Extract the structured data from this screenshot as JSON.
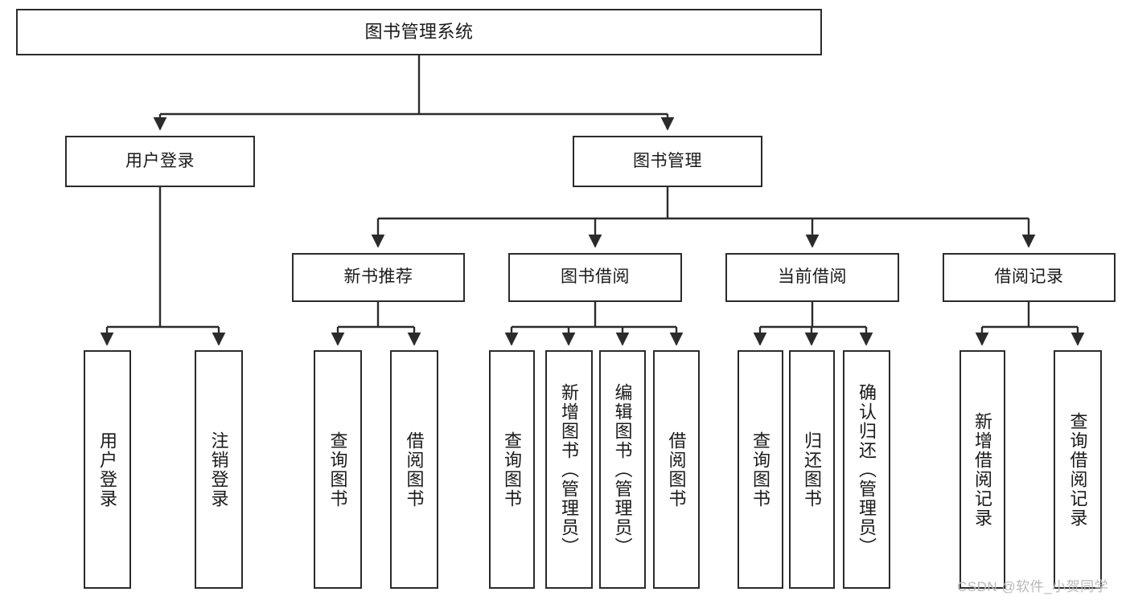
{
  "diagram": {
    "type": "tree-hierarchy-chart",
    "title_node": "图书管理系统",
    "watermark": "CSDN @软件_小贺同学",
    "colors": {
      "background": "#ffffff",
      "box_border": "#2b2b2b",
      "box_fill": "#ffffff",
      "connector": "#2b2b2b",
      "text": "#1a1a1a",
      "watermark": "#b9b9b9"
    },
    "nodes": {
      "root": {
        "label": "图书管理系统"
      },
      "level2": [
        {
          "id": "user-login",
          "label": "用户登录"
        },
        {
          "id": "book-manage",
          "label": "图书管理"
        }
      ],
      "level3": [
        {
          "id": "new-book-recommend",
          "label": "新书推荐"
        },
        {
          "id": "book-borrow",
          "label": "图书借阅"
        },
        {
          "id": "current-borrow",
          "label": "当前借阅"
        },
        {
          "id": "borrow-record",
          "label": "借阅记录"
        }
      ],
      "leaves": [
        {
          "id": "leaf-user-login",
          "label": "用户登录",
          "parent": "user-login"
        },
        {
          "id": "leaf-logout-login",
          "label": "注销登录",
          "parent": "user-login"
        },
        {
          "id": "leaf-query-book-1",
          "label": "查询图书",
          "parent": "new-book-recommend"
        },
        {
          "id": "leaf-borrow-book-1",
          "label": "借阅图书",
          "parent": "new-book-recommend"
        },
        {
          "id": "leaf-query-book-2",
          "label": "查询图书",
          "parent": "book-borrow"
        },
        {
          "id": "leaf-add-book-admin",
          "label": "新增图书（管理员）",
          "parent": "book-borrow"
        },
        {
          "id": "leaf-edit-book-admin",
          "label": "编辑图书（管理员）",
          "parent": "book-borrow"
        },
        {
          "id": "leaf-borrow-book-2",
          "label": "借阅图书",
          "parent": "book-borrow"
        },
        {
          "id": "leaf-query-book-3",
          "label": "查询图书",
          "parent": "current-borrow"
        },
        {
          "id": "leaf-return-book",
          "label": "归还图书",
          "parent": "current-borrow"
        },
        {
          "id": "leaf-confirm-return-admin",
          "label": "确认归还（管理员）",
          "parent": "current-borrow"
        },
        {
          "id": "leaf-add-borrow-record",
          "label": "新增借阅记录",
          "parent": "borrow-record"
        },
        {
          "id": "leaf-query-borrow-record",
          "label": "查询借阅记录",
          "parent": "borrow-record"
        }
      ]
    }
  }
}
